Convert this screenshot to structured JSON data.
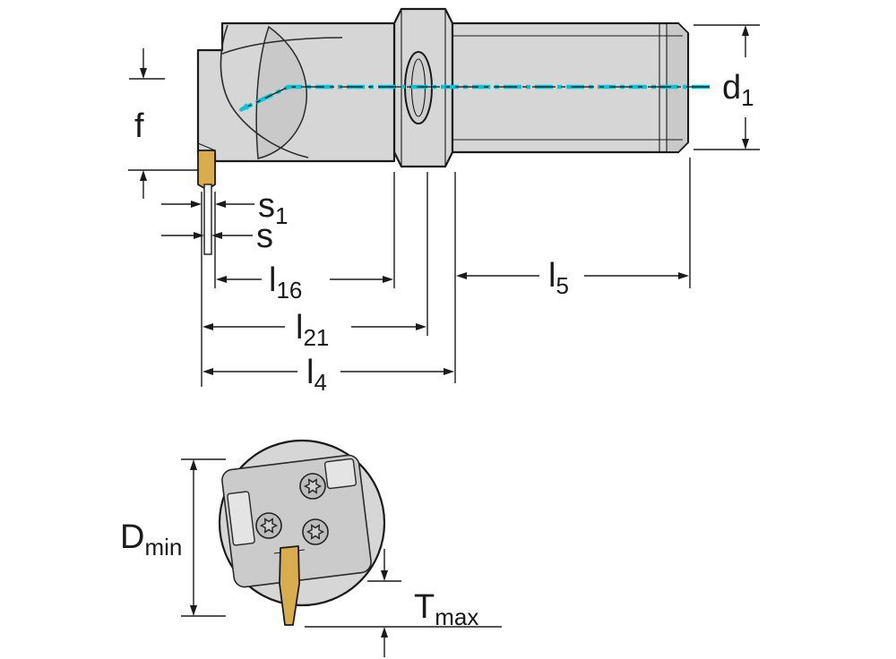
{
  "drawing": {
    "name": "Boring bar / grooving tool dimension drawing",
    "background": "#ffffff"
  },
  "colors": {
    "outline": "#1a1a1a",
    "body": "#d6d6d6",
    "body_shade": "#c9c9c9",
    "slot_fill": "#cfcfcf",
    "screw_fill": "#bcbcbc",
    "seat_fill": "#e4e4e4",
    "insert_gold": "#d9ac4e",
    "coolant_cyan": "#00c5d8",
    "text": "#1a1a1a"
  },
  "labels": {
    "f": {
      "base": "f",
      "sub": ""
    },
    "d1": {
      "base": "d",
      "sub": "1"
    },
    "s1": {
      "base": "s",
      "sub": "1"
    },
    "s": {
      "base": "s",
      "sub": ""
    },
    "l16": {
      "base": "l",
      "sub": "16"
    },
    "l5": {
      "base": "l",
      "sub": "5"
    },
    "l21": {
      "base": "l",
      "sub": "21"
    },
    "l4": {
      "base": "l",
      "sub": "4"
    },
    "dmin": {
      "base": "D",
      "sub": "min"
    },
    "tmax": {
      "base": "T",
      "sub": "max"
    }
  }
}
